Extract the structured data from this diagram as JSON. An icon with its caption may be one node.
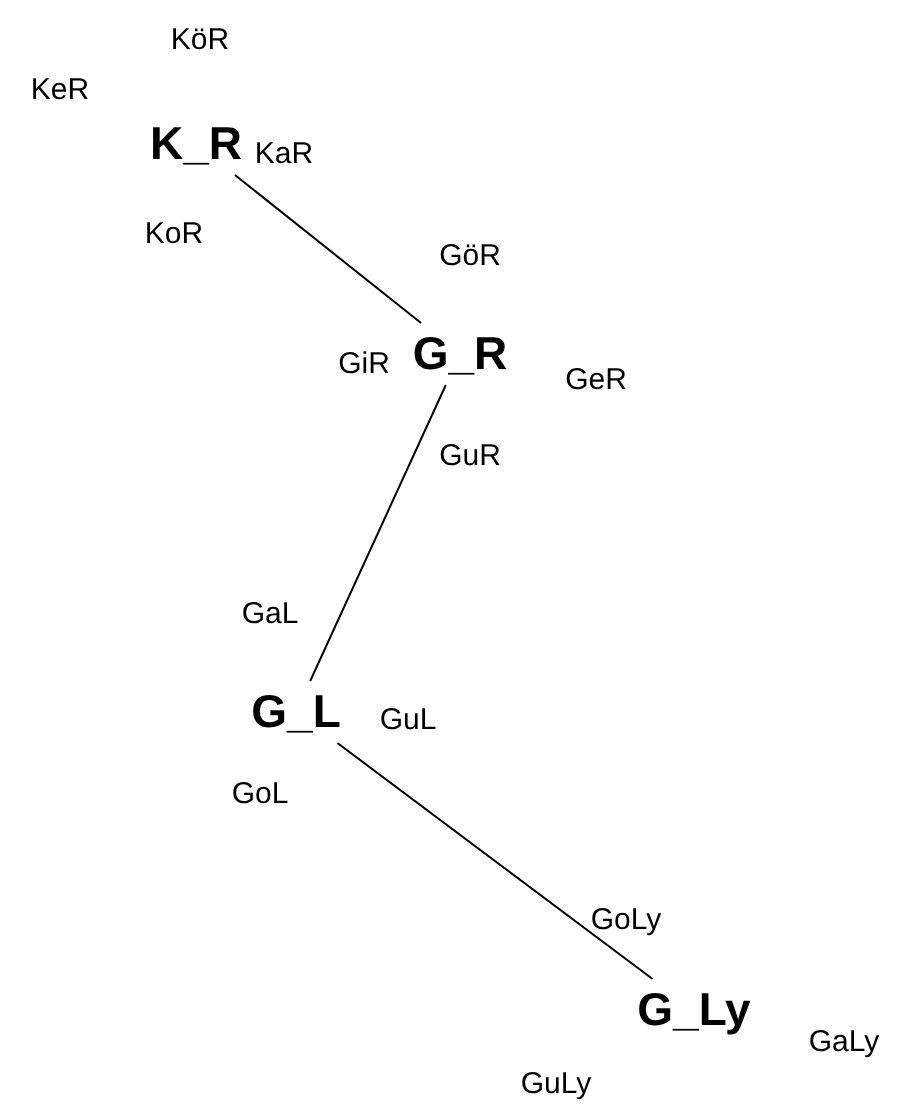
{
  "diagram": {
    "nodes": [
      {
        "text": [
          "K_R"
        ],
        "beside": [
          "KöR",
          "KeR",
          "KaR",
          "KoR"
        ]
      },
      {
        "text": [
          "G_R"
        ],
        "beside": [
          "GöR",
          "GiR",
          "GeR",
          "GuR"
        ]
      },
      {
        "text": [
          "G_L"
        ],
        "beside": [
          "GaL",
          "GuL",
          "GoL"
        ]
      },
      {
        "text": [
          "G_Ly"
        ],
        "beside": [
          "GoLy",
          "GaLy",
          "GuLy"
        ]
      }
    ],
    "edges": [
      {
        "from": 0,
        "to": 1,
        "arrow": "none"
      },
      {
        "from": 1,
        "to": 2,
        "arrow": "none"
      },
      {
        "from": 2,
        "to": 3,
        "arrow": "none"
      }
    ]
  }
}
